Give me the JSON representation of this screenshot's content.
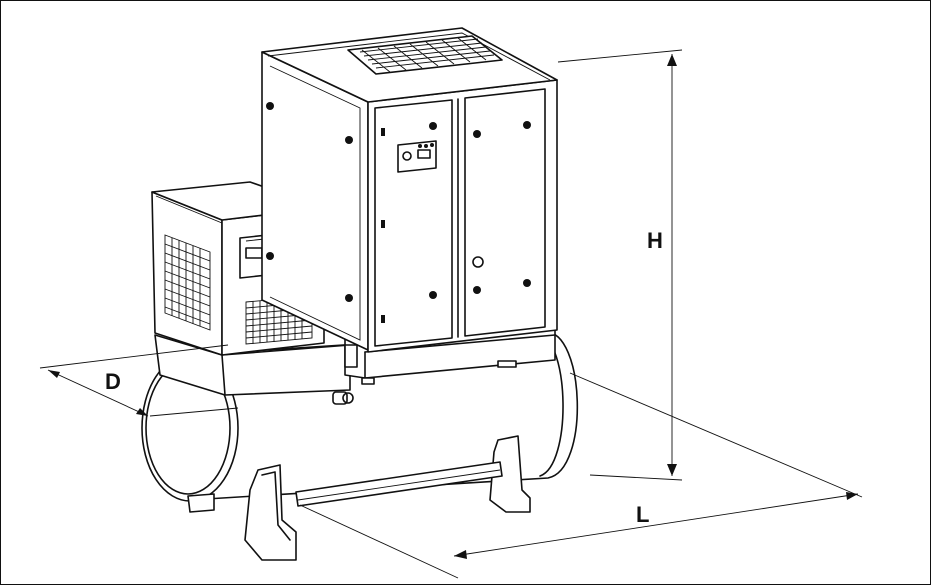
{
  "diagram": {
    "dimensions": {
      "height_label": "H",
      "length_label": "L",
      "depth_label": "D"
    },
    "line_color": "#111111",
    "background": "#ffffff"
  }
}
